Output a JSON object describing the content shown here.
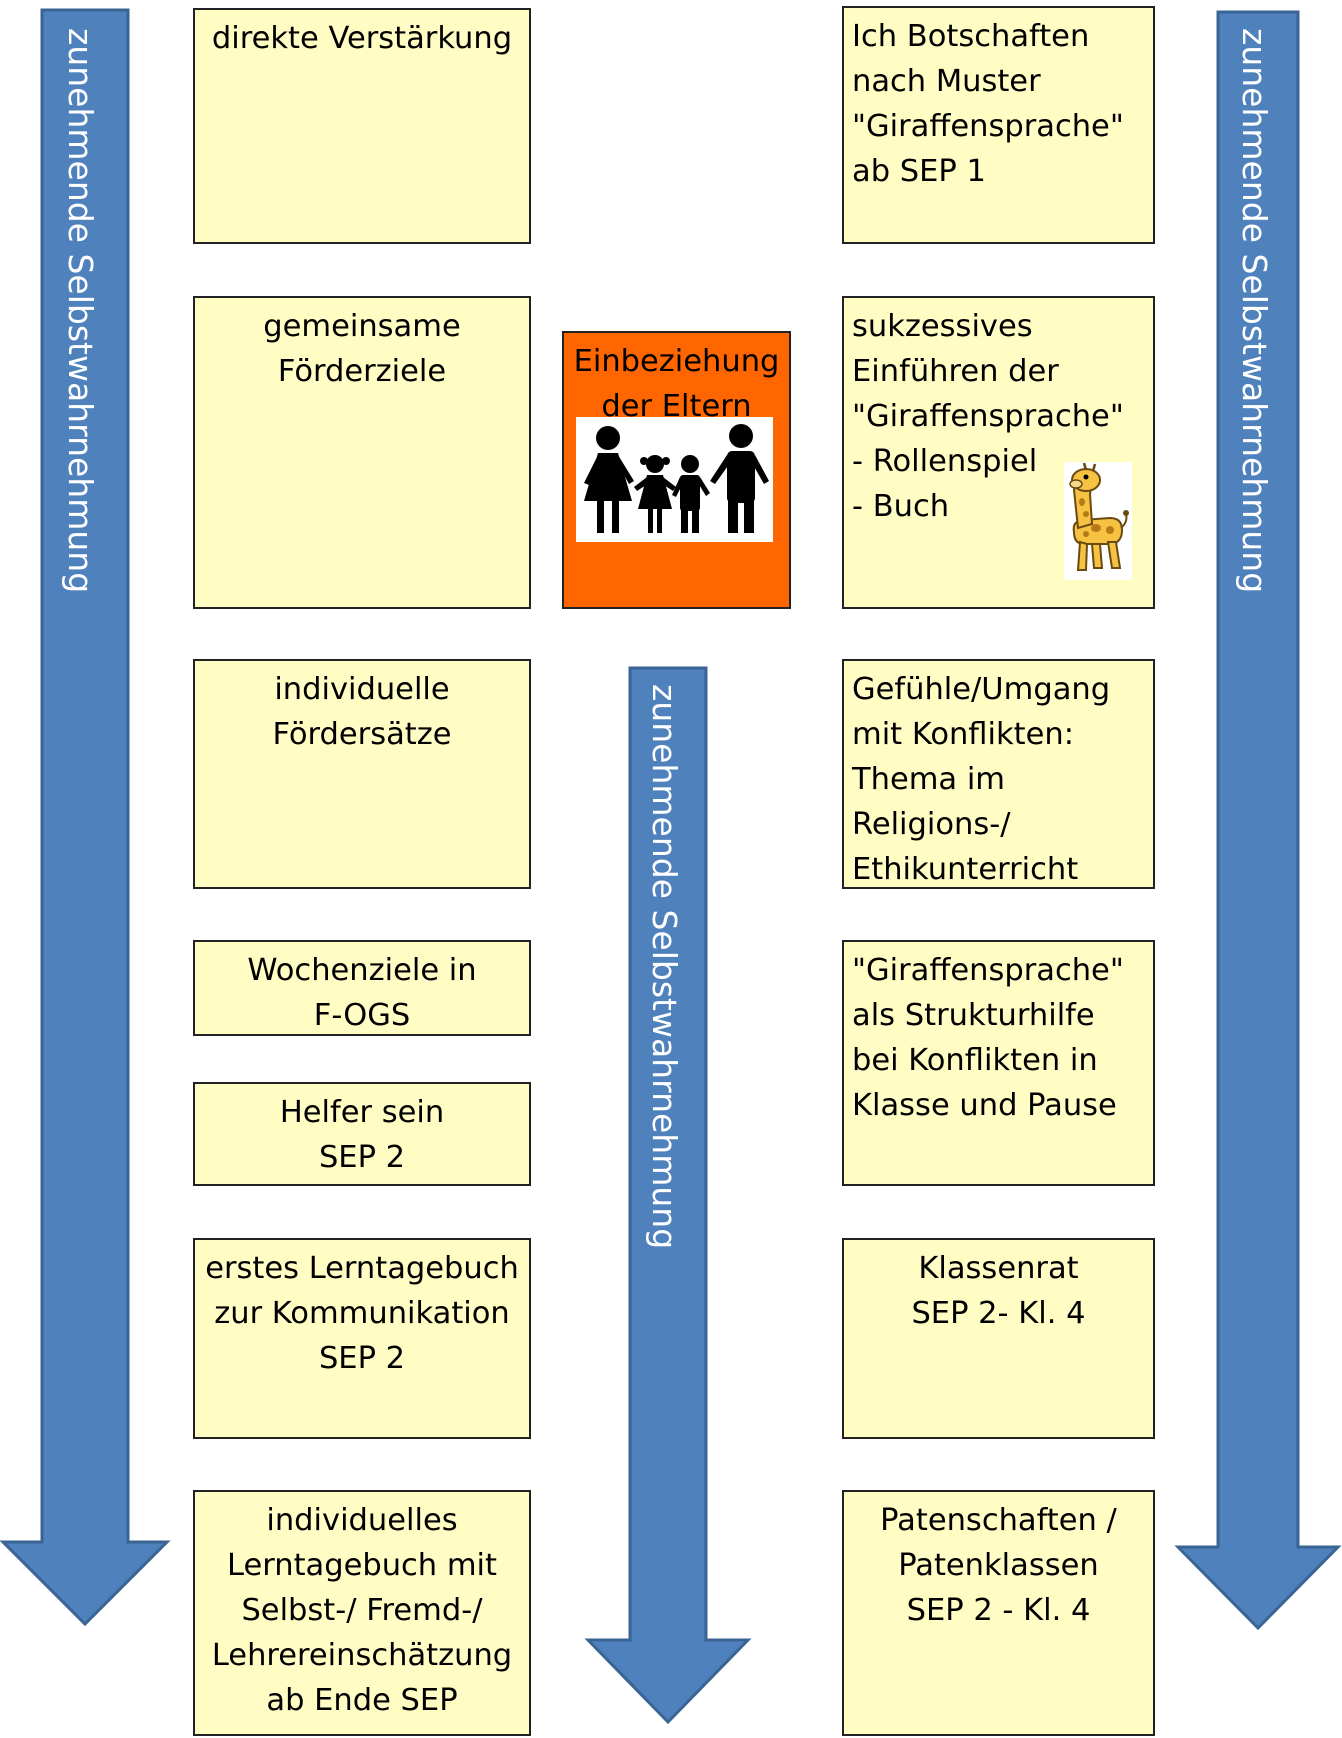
{
  "arrow_label": "zunehmende Selbstwahrnehmung",
  "colors": {
    "arrow": "#4f81bd",
    "arrow_border": "#3a6493",
    "box": "#fffcc4",
    "eltern": "#ff6600"
  },
  "left_column": [
    {
      "lines": [
        "direkte Verstärkung"
      ]
    },
    {
      "lines": [
        "gemeinsame",
        "Förderziele"
      ]
    },
    {
      "lines": [
        "individuelle",
        "Fördersätze"
      ]
    },
    {
      "lines": [
        "Wochenziele in",
        "F-OGS"
      ]
    },
    {
      "lines": [
        "Helfer sein",
        "SEP 2"
      ]
    },
    {
      "lines": [
        "erstes Lerntagebuch",
        "zur Kommunikation",
        "SEP 2"
      ]
    },
    {
      "lines": [
        "individuelles",
        "Lerntagebuch mit",
        "Selbst-/ Fremd-/",
        "Lehrereinschätzung",
        "ab Ende SEP"
      ]
    }
  ],
  "right_column": [
    {
      "lines": [
        "Ich Botschaften",
        "nach Muster",
        "\"Giraffensprache\"",
        "ab SEP 1"
      ]
    },
    {
      "lines": [
        "sukzessives",
        "Einführen der",
        "\"Giraffensprache\"",
        "- Rollenspiel",
        "- Buch"
      ]
    },
    {
      "lines": [
        "Gefühle/Umgang",
        "mit Konflikten:",
        "Thema im",
        "Religions-/",
        "Ethikunterricht"
      ]
    },
    {
      "lines": [
        "\"Giraffensprache\"",
        "als Strukturhilfe",
        "bei Konflikten in",
        "Klasse und Pause"
      ]
    },
    {
      "lines": [
        "Klassenrat",
        "SEP 2- Kl. 4"
      ]
    },
    {
      "lines": [
        "Patenschaften /",
        "Patenklassen",
        "SEP 2 - Kl. 4"
      ]
    }
  ],
  "eltern": {
    "lines": [
      "Einbeziehung",
      "der Eltern"
    ],
    "icon": "family-icon"
  },
  "giraffe_icon": "giraffe-icon"
}
